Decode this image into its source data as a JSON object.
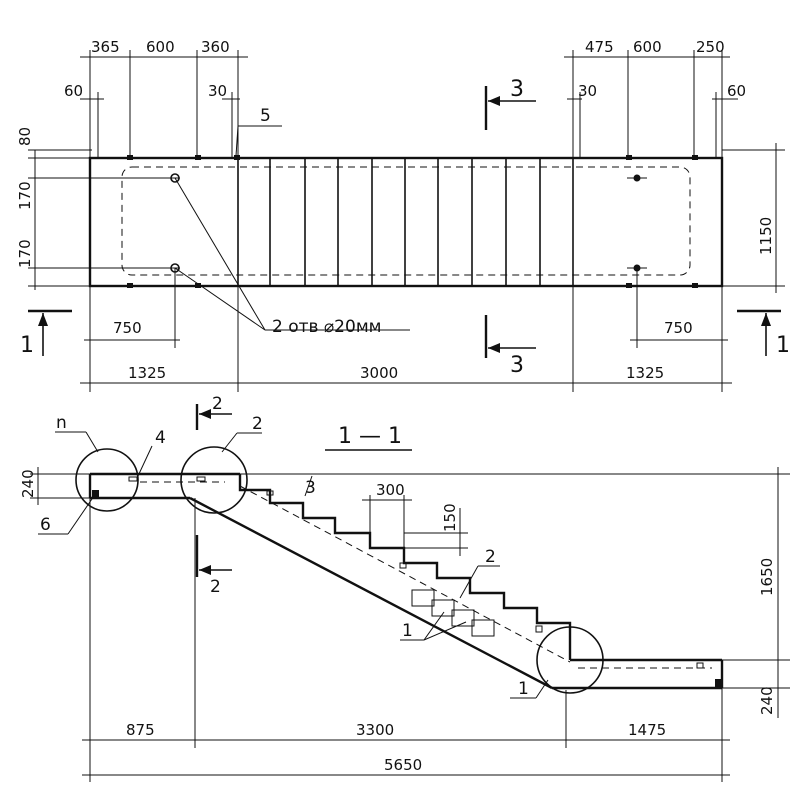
{
  "plan": {
    "top_dims_left": [
      "365",
      "600",
      "360"
    ],
    "top_dims_right": [
      "475",
      "600",
      "250"
    ],
    "small_60_left": "60",
    "small_30_left": "30",
    "small_30_right": "30",
    "small_60_right": "60",
    "left_80": "80",
    "left_170_a": "170",
    "left_170_b": "170",
    "right_1150": "1150",
    "mark_5": "5",
    "section_3_top": "3",
    "section_3_bottom": "3",
    "section_1_left": "1",
    "section_1_right": "1",
    "dim_750_left": "750",
    "dim_750_right": "750",
    "holes_label": "2 отв ⌀20мм",
    "bottom_dims": [
      "1325",
      "3000",
      "1325"
    ]
  },
  "section": {
    "title": "1 — 1",
    "node_n": "n",
    "mark_4": "4",
    "mark_2_top": "2",
    "mark_2_cut_top": "2",
    "mark_2_cut_bottom": "2",
    "mark_3": "3",
    "mark_6": "6",
    "mark_2_mid": "2",
    "mark_1_mid": "1",
    "mark_1_bottom": "1",
    "dim_240_left": "240",
    "dim_240_right": "240",
    "dim_300": "300",
    "dim_150": "150",
    "dim_1650": "1650",
    "bottom_dims": [
      "875",
      "3300",
      "1475"
    ],
    "total": "5650"
  }
}
